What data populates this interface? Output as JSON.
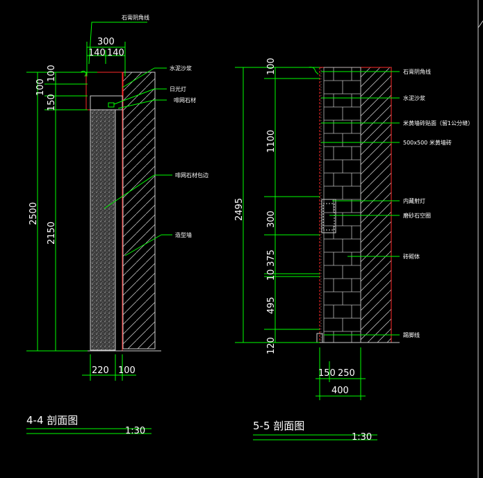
{
  "section_4": {
    "title": "4-4 剖面图",
    "scale": "1:30",
    "top_dims": {
      "total": "300",
      "left": "140",
      "right": "140"
    },
    "vdims": {
      "d100a": "100",
      "d100b": "100",
      "d150": "150",
      "d2150": "2150",
      "d2500": "2500"
    },
    "bottom_dims": {
      "d220": "220",
      "d100": "100"
    },
    "labels": {
      "top": "石膏阴角线",
      "mortar": "水泥沙浆",
      "lamp": "日光灯",
      "stone": "啡网石材",
      "stone_wrap": "啡网石材包边",
      "gypsum_wall": "造型墙"
    }
  },
  "section_5": {
    "title": "5-5 剖面图",
    "scale": "1:30",
    "vdims": {
      "d100": "100",
      "d1100": "1100",
      "d300": "300",
      "d375": "375",
      "d10": "10",
      "d495": "495",
      "d120": "120",
      "d2495": "2495"
    },
    "bottom_dims": {
      "d150": "150",
      "d250": "250",
      "d400": "400"
    },
    "labels": {
      "l1": "石膏阴角线",
      "l2": "水泥沙浆",
      "l3": "米黄墙砖贴面（留1公分缝）",
      "l4": "500x500 米黄墙砖",
      "l5": "内藏射灯",
      "l6": "磨砂石空圈",
      "l7": "砖砌体",
      "l8": "踢脚线"
    }
  }
}
